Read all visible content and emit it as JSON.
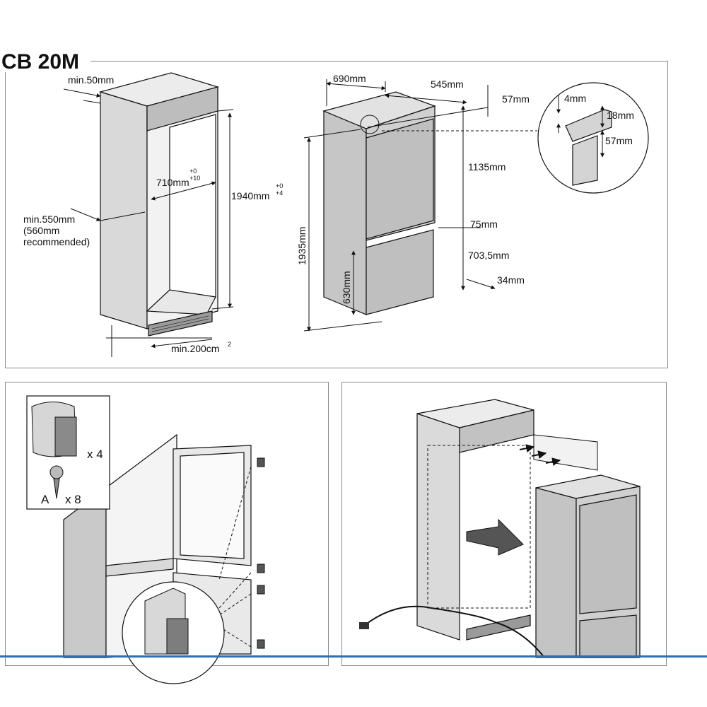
{
  "title": "CB 20M",
  "niche": {
    "min_top": "min.50mm",
    "width": "710mm",
    "width_tol_upper": "+10",
    "width_tol_lower": "+0",
    "height": "1940mm",
    "height_tol_upper": "+4",
    "height_tol_lower": "+0",
    "min_depth": "min.550mm",
    "depth_rec_line1": "(560mm",
    "depth_rec_line2": "recommended)",
    "ventilation": "min.200cm",
    "ventilation_sup": "2"
  },
  "appliance": {
    "width": "690mm",
    "depth": "545mm",
    "top_gap": "57mm",
    "upper_door": "1135mm",
    "door_gap": "75mm",
    "lower_door": "703,5mm",
    "bottom_gap": "34mm",
    "total_height": "1935mm",
    "lower_height": "630mm"
  },
  "detail": {
    "gap": "4mm",
    "step": "18mm",
    "top": "57mm"
  },
  "kit": {
    "bracket_qty": "x 4",
    "screw_label": "A",
    "screw_qty": "x 8"
  }
}
